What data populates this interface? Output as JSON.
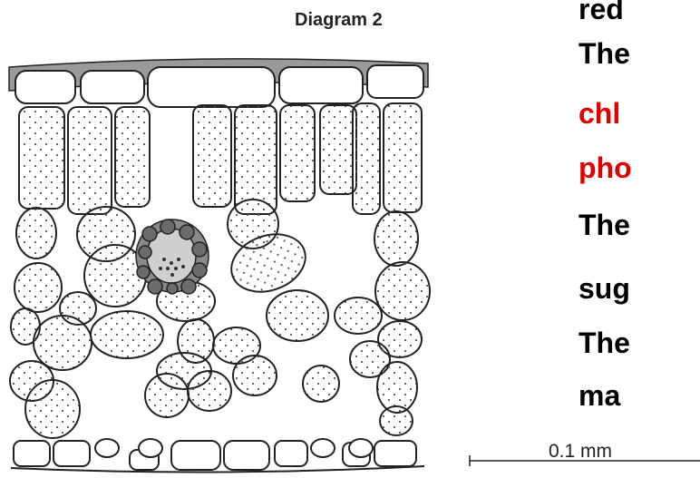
{
  "diagram": {
    "title": "Diagram 2",
    "scale_bar_label": "0.1 mm"
  },
  "side_text": {
    "lines": [
      {
        "text": "red",
        "color": "#000000"
      },
      {
        "text": "The",
        "color": "#000000"
      },
      {
        "text": "chl",
        "color": "#e00000"
      },
      {
        "text": "pho",
        "color": "#e00000"
      },
      {
        "text": "The",
        "color": "#000000"
      },
      {
        "text": "sug",
        "color": "#000000"
      },
      {
        "text": "The",
        "color": "#000000"
      },
      {
        "text": "ma",
        "color": "#000000"
      }
    ]
  },
  "colors": {
    "cuticle": "#9a9a9a",
    "cell_fill": "#ffffff",
    "outline": "#222222",
    "vascular_dark": "#6b6b6b",
    "vascular_light": "#cfcfcf",
    "highlight_text": "#e00000"
  }
}
